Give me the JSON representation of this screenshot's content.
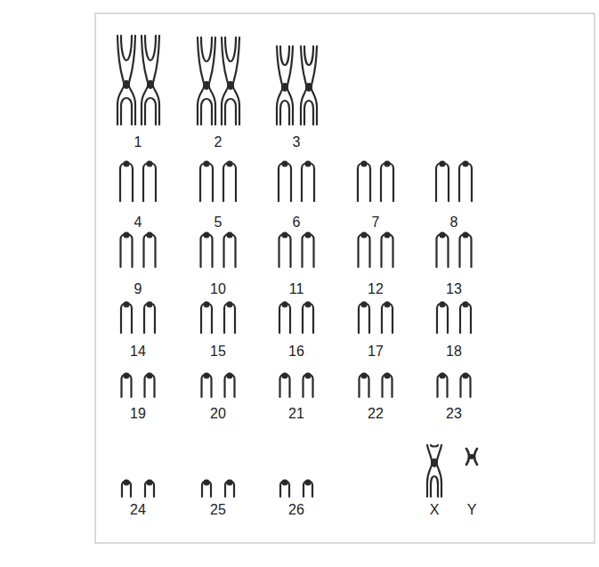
{
  "diagram": {
    "labels": [
      "1",
      "2",
      "3",
      "4",
      "5",
      "6",
      "7",
      "8",
      "9",
      "10",
      "11",
      "12",
      "13",
      "14",
      "15",
      "16",
      "17",
      "18",
      "19",
      "20",
      "21",
      "22",
      "23",
      "24",
      "25",
      "26",
      "X",
      "Y"
    ]
  }
}
